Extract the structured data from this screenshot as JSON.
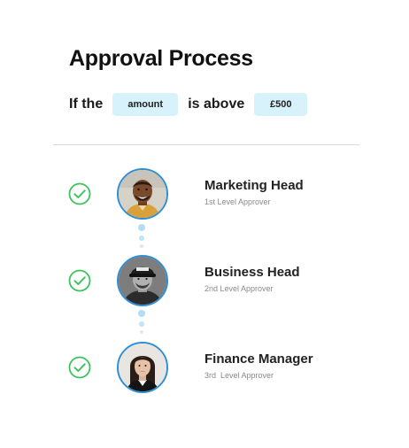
{
  "header": {
    "title": "Approval Process"
  },
  "rule": {
    "prefix": "If the",
    "field": "amount",
    "condition": "is above",
    "value": "£500"
  },
  "approvers": [
    {
      "name": "Marketing Head",
      "role": "1st Level Approver",
      "status": "approved"
    },
    {
      "name": "Business Head",
      "role": "2nd Level Approver",
      "status": "approved"
    },
    {
      "name": "Finance Manager",
      "role": "3rd  Level Approver",
      "status": "approved"
    }
  ],
  "colors": {
    "check": "#3cc45c",
    "avatar_ring": "#2f8fd6",
    "chip_bg": "#d7f2fb",
    "connector_dot": "#bfe3f7"
  }
}
